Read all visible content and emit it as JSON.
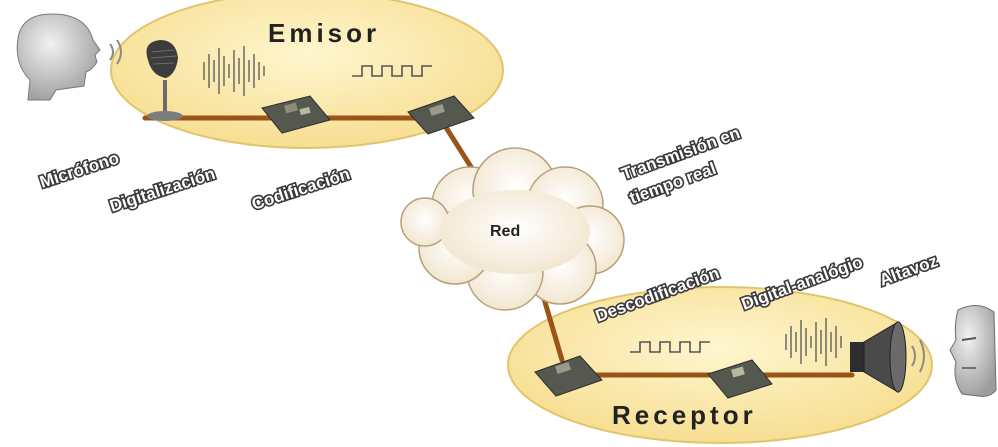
{
  "diagram": {
    "sender_title": "Emisor",
    "receiver_title": "Receptor",
    "network_label": "Red",
    "labels": {
      "microphone": "Micrófono",
      "digitization": "Digitalización",
      "coding": "Codificación",
      "transmission_line1": "Transmisión en",
      "transmission_line2": "tiempo real",
      "decoding": "Descodificación",
      "digital_analog": "Digital-analógio",
      "speaker": "Altavoz"
    }
  },
  "colors": {
    "ellipse_fill": "#fbe9a6",
    "ellipse_stroke": "#e1c56d",
    "cable": "#9a5418",
    "cloud": "#fbf4e6",
    "board": "#55584f"
  }
}
